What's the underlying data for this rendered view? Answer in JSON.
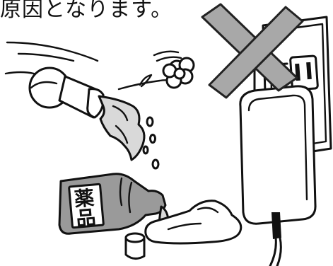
{
  "caption": {
    "text": "原因となります。"
  },
  "bottle": {
    "label_chars": [
      "薬",
      "品"
    ],
    "body_color": "#9a9a9a"
  },
  "prohibition": {
    "symbol": "cross-icon",
    "color": "#a8a8a8"
  },
  "icons": {
    "flower": "flower-icon",
    "adapter": "ac-adapter-icon",
    "outlet": "wall-outlet-icon",
    "spray": "water-spray-icon",
    "cup": "cup-icon",
    "puddle": "spill-puddle-icon"
  }
}
